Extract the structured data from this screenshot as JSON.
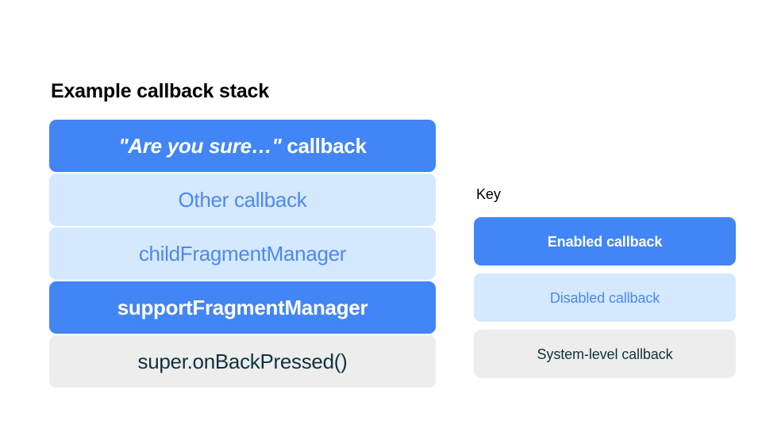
{
  "stack": {
    "title": "Example callback stack",
    "rows": [
      {
        "label": "\"Are you sure…\" callback",
        "quoted_part": "\"Are you sure…\"",
        "plain_part": " callback",
        "state": "enabled",
        "bg_color": "#4285F4",
        "text_color": "#FFFFFF"
      },
      {
        "label": "Other callback",
        "state": "disabled",
        "bg_color": "#D4E9FD",
        "text_color": "#5087F0"
      },
      {
        "label": "childFragmentManager",
        "state": "disabled",
        "bg_color": "#D4E9FD",
        "text_color": "#5087F0"
      },
      {
        "label": "supportFragmentManager",
        "state": "enabled",
        "bg_color": "#4285F4",
        "text_color": "#FFFFFF"
      },
      {
        "label": "super.onBackPressed()",
        "state": "system",
        "bg_color": "#EDEDED",
        "text_color": "#10333F"
      }
    ]
  },
  "key": {
    "title": "Key",
    "rows": [
      {
        "label": "Enabled callback",
        "state": "enabled",
        "bg_color": "#4285F4",
        "text_color": "#FFFFFF"
      },
      {
        "label": "Disabled callback",
        "state": "disabled",
        "bg_color": "#D4E9FD",
        "text_color": "#5087F0"
      },
      {
        "label": "System-level callback",
        "state": "system",
        "bg_color": "#EDEDED",
        "text_color": "#10333F"
      }
    ]
  },
  "background_color": "#FFFFFF"
}
